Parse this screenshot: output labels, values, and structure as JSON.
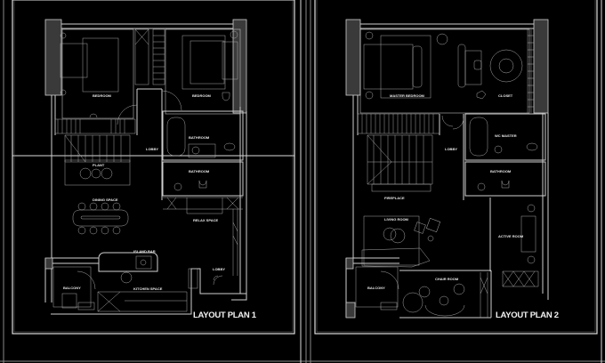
{
  "plans": [
    {
      "title": "LAYOUT PLAN 1",
      "rooms": {
        "bedroom_left": "BEDROOM",
        "bedroom_right": "BEDROOM",
        "lobby_center": "LOBBY",
        "bathroom_upper": "BATHROOM",
        "bathroom_lower": "BATHROOM",
        "plant": "PLANT",
        "dining": "DINING SPACE",
        "relax": "RELAX SPACE",
        "island_bar": "ISLAND BAR",
        "lobby_entry": "LOBBY",
        "balcony": "BALCONY",
        "kitchen": "KITCHEN SPACE"
      }
    },
    {
      "title": "LAYOUT PLAN 2",
      "rooms": {
        "master_bedroom": "MASTER BEDROOM",
        "closet": "CLOSET",
        "wc_master": "WC MASTER",
        "lobby_center": "LOBBY",
        "bathroom": "BATHROOM",
        "fireplace": "FIREPLACE",
        "living_room": "LIVING ROOM",
        "active_room": "ACTIVE ROOM",
        "chair_room": "CHAIR ROOM",
        "balcony": "BALCONY"
      }
    }
  ]
}
